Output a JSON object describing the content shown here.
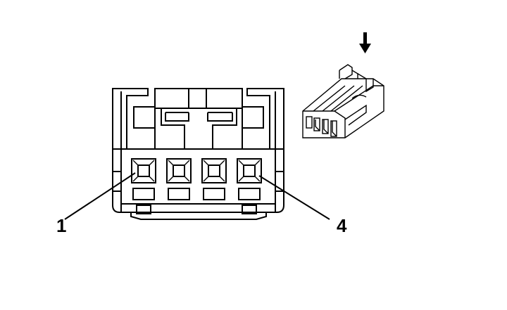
{
  "diagram": {
    "pin_labels": [
      {
        "id": "pin-1",
        "text": "1"
      },
      {
        "id": "pin-4",
        "text": "4"
      }
    ],
    "terminal_count": 4,
    "view_direction_icon": "down-arrow-icon"
  }
}
